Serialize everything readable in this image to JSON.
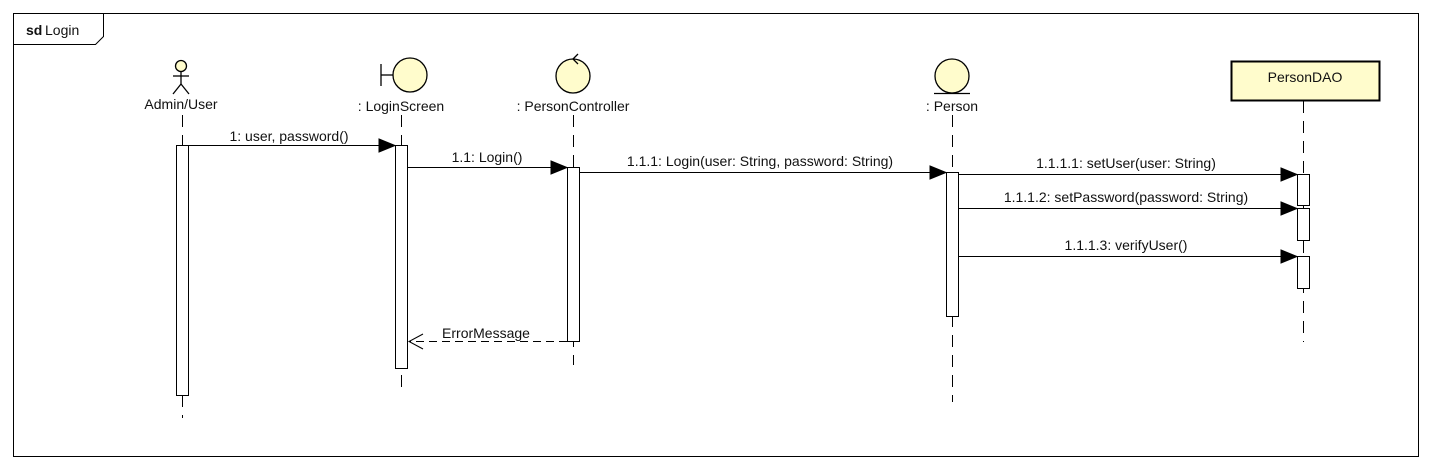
{
  "frame": {
    "keyword": "sd",
    "name": "Login"
  },
  "colors": {
    "shape_fill": "#fffccc",
    "line": "#000000",
    "background": "#ffffff"
  },
  "lifelines": [
    {
      "id": "admin",
      "label": "Admin/User",
      "kind": "actor"
    },
    {
      "id": "screen",
      "label": ": LoginScreen",
      "kind": "boundary"
    },
    {
      "id": "controller",
      "label": ": PersonController",
      "kind": "control"
    },
    {
      "id": "person",
      "label": ": Person",
      "kind": "entity"
    },
    {
      "id": "dao",
      "label": "PersonDAO",
      "kind": "class-box"
    }
  ],
  "messages": [
    {
      "id": "m1",
      "label": "1: user, password()",
      "from": "admin",
      "to": "screen",
      "type": "sync"
    },
    {
      "id": "m2",
      "label": "1.1: Login()",
      "from": "screen",
      "to": "controller",
      "type": "sync"
    },
    {
      "id": "m3",
      "label": "1.1.1: Login(user: String, password: String)",
      "from": "controller",
      "to": "person",
      "type": "sync"
    },
    {
      "id": "m4",
      "label": "1.1.1.1: setUser(user: String)",
      "from": "person",
      "to": "dao",
      "type": "sync"
    },
    {
      "id": "m5",
      "label": "1.1.1.2: setPassword(password: String)",
      "from": "person",
      "to": "dao",
      "type": "sync"
    },
    {
      "id": "m6",
      "label": "1.1.1.3: verifyUser()",
      "from": "person",
      "to": "dao",
      "type": "sync"
    },
    {
      "id": "m7",
      "label": "ErrorMessage",
      "from": "controller",
      "to": "screen",
      "type": "return"
    }
  ]
}
